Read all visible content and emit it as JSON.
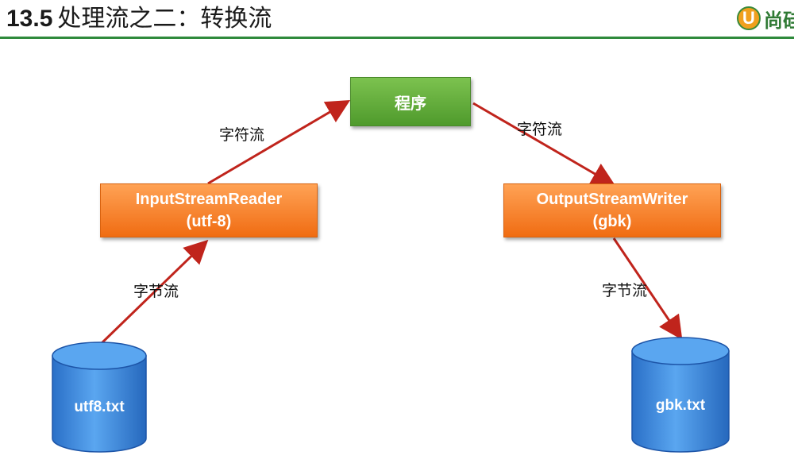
{
  "header": {
    "section_number": "13.5",
    "title": "处理流之二：转换流",
    "logo_mark": "U",
    "logo_text": "尚硅"
  },
  "diagram": {
    "program": {
      "label": "程序"
    },
    "reader": {
      "line1": "InputStreamReader",
      "line2": "(utf-8)"
    },
    "writer": {
      "line1": "OutputStreamWriter",
      "line2": "(gbk)"
    },
    "source_file": {
      "label": "utf8.txt"
    },
    "target_file": {
      "label": "gbk.txt"
    },
    "edges": {
      "file_to_reader": "字节流",
      "reader_to_program": "字符流",
      "program_to_writer": "字符流",
      "writer_to_file": "字节流"
    }
  },
  "colors": {
    "accent_green": "#2f8a3c",
    "arrow_red": "#c0241c",
    "box_orange": "#f47a20",
    "box_green": "#5fa83a",
    "cylinder_blue": "#2f7fd8"
  }
}
